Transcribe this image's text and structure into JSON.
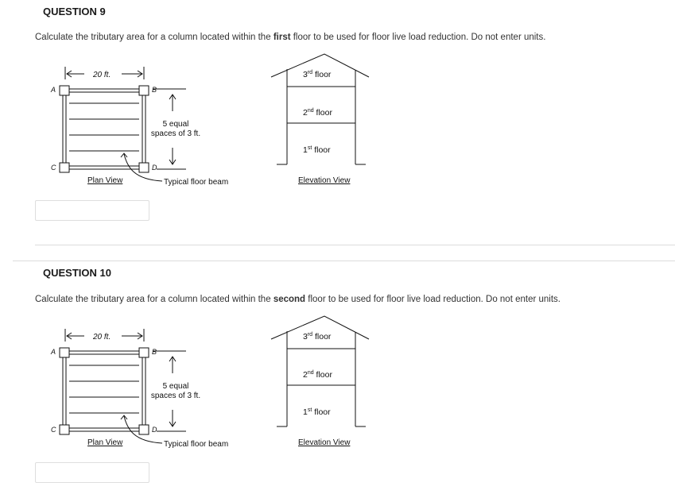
{
  "questions": [
    {
      "title": "QUESTION 9",
      "text_before": "Calculate the tributary area for a column located within the ",
      "text_bold": "first",
      "text_after": " floor to be used for floor live load reduction. Do not enter units.",
      "answer_value": "",
      "figure": {
        "dimension_label": "20 ft.",
        "node_a": "A",
        "node_b": "B",
        "node_c": "C",
        "node_d": "D",
        "spacing_line1": "5 equal",
        "spacing_line2": "spaces of 3 ft.",
        "plan_caption": "Plan View",
        "beam_caption": "Typical floor beam",
        "floor3_num": "3",
        "floor3_sup": "rd",
        "floor3_word": " floor",
        "floor2_num": "2",
        "floor2_sup": "nd",
        "floor2_word": " floor",
        "floor1_num": "1",
        "floor1_sup": "st",
        "floor1_word": " floor",
        "elevation_caption": "Elevation View"
      }
    },
    {
      "title": "QUESTION 10",
      "text_before": "Calculate the tributary area for a column located within the ",
      "text_bold": "second",
      "text_after": " floor to be used for floor live load reduction. Do not enter units.",
      "answer_value": "",
      "figure": {
        "dimension_label": "20 ft.",
        "node_a": "A",
        "node_b": "B",
        "node_c": "C",
        "node_d": "D",
        "spacing_line1": "5 equal",
        "spacing_line2": "spaces of 3 ft.",
        "plan_caption": "Plan View",
        "beam_caption": "Typical floor beam",
        "floor3_num": "3",
        "floor3_sup": "rd",
        "floor3_word": " floor",
        "floor2_num": "2",
        "floor2_sup": "nd",
        "floor2_word": " floor",
        "floor1_num": "1",
        "floor1_sup": "st",
        "floor1_word": " floor",
        "elevation_caption": "Elevation View"
      }
    }
  ]
}
